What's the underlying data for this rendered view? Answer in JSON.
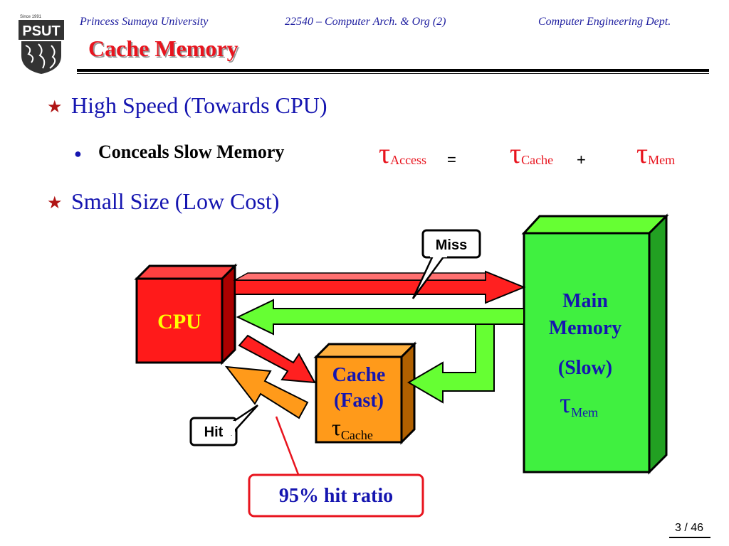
{
  "header": {
    "university": "Princess Sumaya University",
    "course": "22540 – Computer Arch. & Org (2)",
    "department": "Computer Engineering Dept.",
    "logo_since": "Since 1991",
    "logo_text": "PSUT"
  },
  "slide": {
    "title": "Cache Memory",
    "bullets": [
      {
        "text": "High Speed (Towards CPU)"
      },
      {
        "text": "Small Size (Low Cost)"
      }
    ],
    "sub_bullet": "Conceals Slow Memory",
    "equation": {
      "tau": "τ",
      "access": "Access",
      "equals": "=",
      "cache": "Cache",
      "plus": "+",
      "mem": "Mem"
    }
  },
  "diagram": {
    "cpu_label": "CPU",
    "cache_line1": "Cache",
    "cache_line2": "(Fast)",
    "cache_tau": "τ",
    "cache_tau_sub": "Cache",
    "main_line1": "Main",
    "main_line2": "Memory",
    "main_line3": "(Slow)",
    "main_tau": "τ",
    "main_tau_sub": "Mem",
    "miss_label": "Miss",
    "hit_label": "Hit",
    "hit_ratio": "95% hit ratio",
    "colors": {
      "cpu": "#ff1a1a",
      "cache": "#ff9a1a",
      "main_memory": "#40f040",
      "red_arrow": "#ff2020",
      "green_arrow": "#66ff33",
      "text_blue": "#1515b0",
      "text_yellow": "#ffff00"
    }
  },
  "footer": {
    "page": "3 / 46"
  }
}
